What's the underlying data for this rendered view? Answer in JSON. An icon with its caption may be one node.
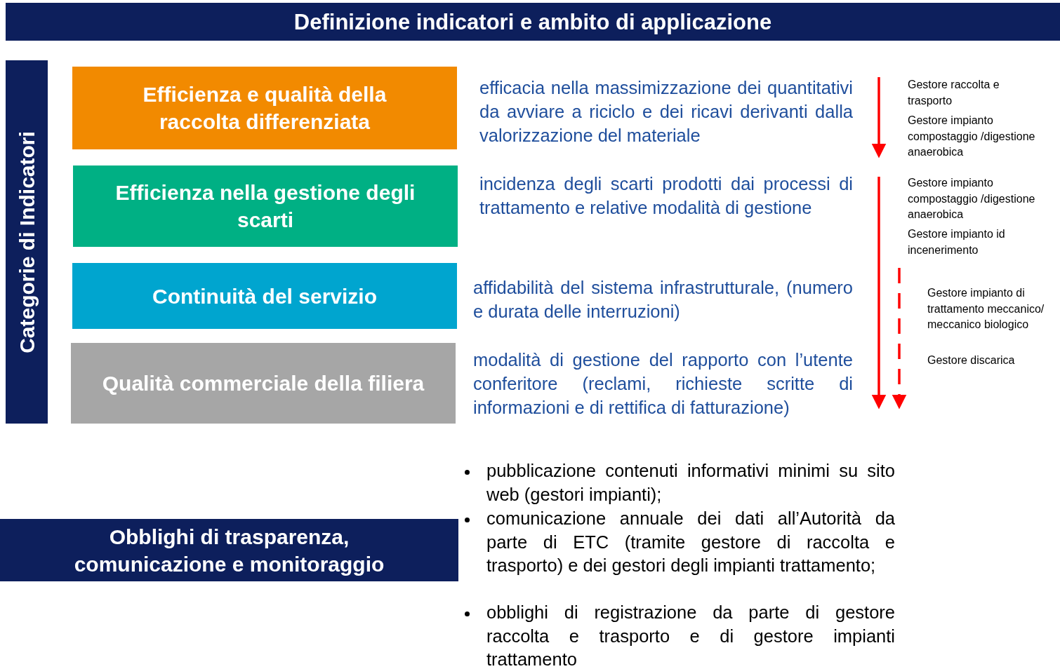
{
  "diagram": {
    "title": "Definizione indicatori e ambito di applicazione",
    "nodes": [
      {
        "text": [
          "Categorie di Indicatori"
        ]
      },
      {
        "text": [
          "Efficienza e qualità della raccolta differenziata"
        ]
      },
      {
        "text": [
          "Efficienza nella gestione degli scarti"
        ]
      },
      {
        "text": [
          "Continuità del servizio"
        ]
      },
      {
        "text": [
          "Qualità commerciale della filiera"
        ]
      },
      {
        "text": [
          "Obblighi di trasparenza, comunicazione e monitoraggio"
        ]
      }
    ],
    "labels": [
      "efficacia nella massimizzazione dei quantitativi da avviare a riciclo e dei ricavi derivanti dalla valorizzazione del materiale",
      "incidenza degli scarti prodotti dai processi di trattamento e relative modalità di gestione",
      "affidabilità del sistema infrastrutturale, (numero e durata delle interruzioni)",
      "modalità di gestione del rapporto con l’utente conferitore (reclami, richieste scritte di informazioni e di rettifica di fatturazione)",
      "Gestore raccolta e trasporto",
      "Gestore impianto compostaggio /digestione anaerobica",
      "Gestore impianto compostaggio /digestione anaerobica",
      "Gestore impianto id incenerimento",
      "Gestore impianto di trattamento meccanico/ meccanico biologico",
      "Gestore discarica",
      "pubblicazione contenuti informativi minimi su sito web (gestori impianti);",
      "comunicazione annuale dei dati all’Autorità da parte di ETC (tramite gestore di raccolta e trasporto) e dei gestori degli impianti trattamento;",
      "obblighi di registrazione da parte di gestore raccolta e trasporto e di gestore impianti trattamento"
    ]
  }
}
